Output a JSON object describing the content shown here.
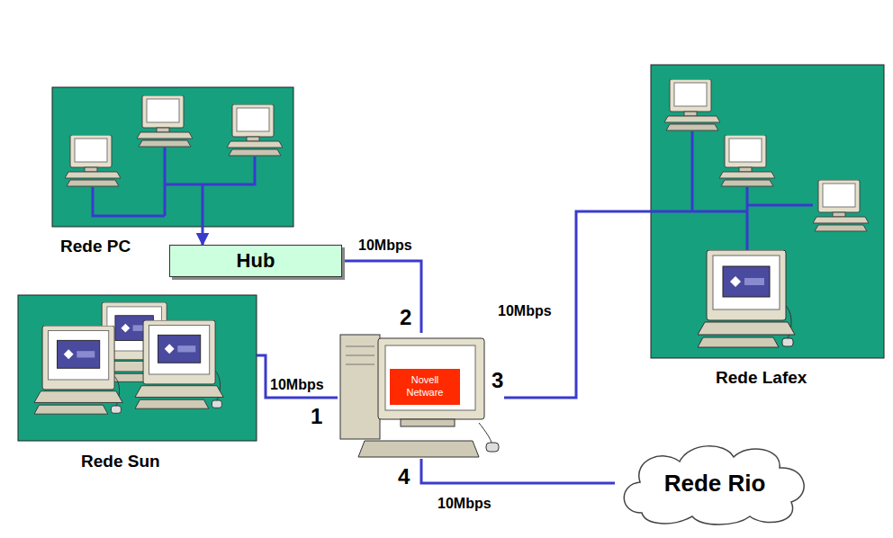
{
  "diagram": {
    "nodes": [
      {
        "text": [
          "Rede PC"
        ]
      },
      {
        "text": [
          "Hub"
        ]
      },
      {
        "text": [
          "Rede Lafex"
        ]
      },
      {
        "text": [
          "Rede Sun"
        ]
      },
      {
        "text": [
          "Novell Netware"
        ]
      },
      {
        "text": [
          "Rede Rio"
        ]
      }
    ],
    "edges": [
      {
        "from": 0,
        "to": 1,
        "arrow": "to"
      },
      {
        "from": 1,
        "to": 4,
        "label": "10Mbps",
        "arrow": "none"
      },
      {
        "from": 3,
        "to": 4,
        "label": "10Mbps",
        "arrow": "none"
      },
      {
        "from": 4,
        "to": 2,
        "label": "10Mbps",
        "arrow": "none"
      },
      {
        "from": 4,
        "to": 5,
        "label": "10Mbps",
        "arrow": "none"
      }
    ],
    "labels": [
      "1",
      "2",
      "3",
      "4"
    ]
  }
}
